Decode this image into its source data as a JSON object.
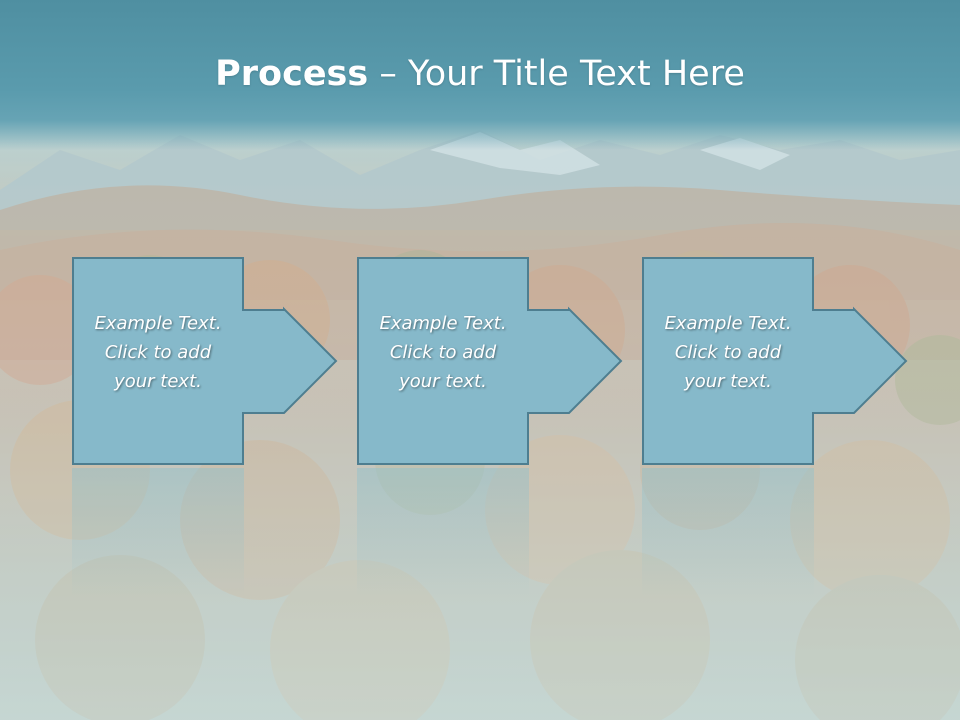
{
  "slide": {
    "title_bold": "Process",
    "title_rest": " – Your Title Text Here",
    "steps": [
      {
        "lines": [
          "Example Text.",
          "Click  to add",
          "your text."
        ]
      },
      {
        "lines": [
          "Example Text.",
          "Click  to add",
          "your text."
        ]
      },
      {
        "lines": [
          "Example Text.",
          "Click  to add",
          "your text."
        ]
      }
    ]
  },
  "colors": {
    "title_band": "#5a9bad",
    "step_fill": "#86b9ca",
    "step_stroke": "#4e7e90",
    "text": "#ffffff"
  },
  "icons": {
    "arrow": "right-arrow-icon"
  }
}
